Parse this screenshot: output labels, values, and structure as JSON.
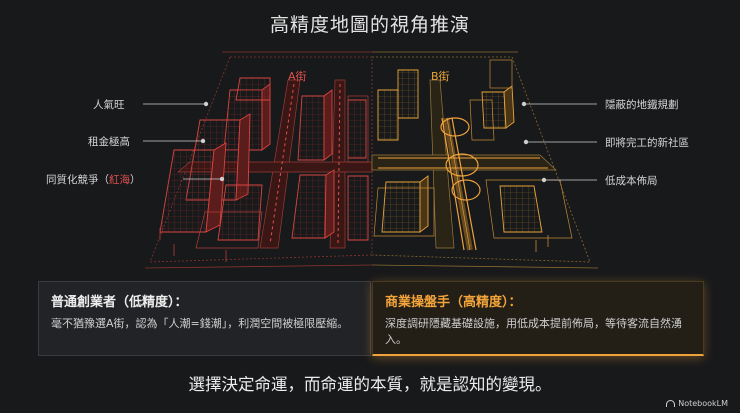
{
  "title": "高精度地圖的視角推演",
  "streets": {
    "a": "A街",
    "b": "B街"
  },
  "labels_left": [
    {
      "text": "人氣旺"
    },
    {
      "text": "租金極高"
    },
    {
      "text": "同質化競爭（",
      "highlight": "紅海",
      "suffix": "）"
    }
  ],
  "labels_right": [
    {
      "text": "隱蔽的地鐵規劃"
    },
    {
      "text": "即將完工的新社區"
    },
    {
      "text": "低成本佈局"
    }
  ],
  "cards": {
    "left": {
      "title": "普通創業者（低精度）：",
      "body": "毫不猶豫選A街，認為「人潮=錢潮」，利潤空間被極限壓縮。"
    },
    "right": {
      "title": "商業操盤手（高精度）：",
      "body": "深度調研隱藏基礎設施，用低成本提前佈局，等待客流自然湧入。"
    }
  },
  "bottom_line": "選擇決定命運，而命運的本質，就是認知的變現。",
  "brand": "NotebookLM",
  "colors": {
    "red": "#e0504c",
    "orange": "#f0a23a",
    "background": "#18191b"
  }
}
